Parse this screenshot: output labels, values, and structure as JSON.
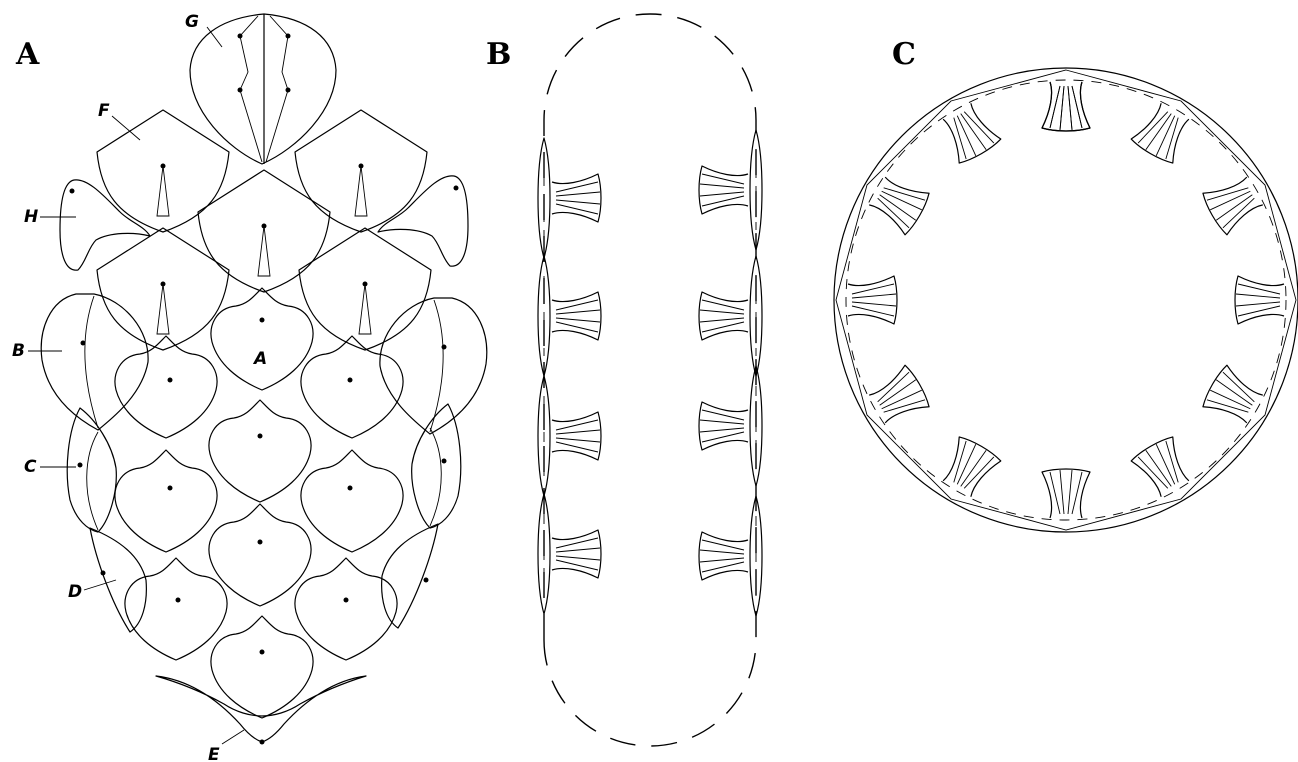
{
  "panels": {
    "a": "A",
    "b": "B",
    "c": "C"
  },
  "plate_labels": {
    "a": "A",
    "b": "B",
    "c": "C",
    "d": "D",
    "e": "E",
    "f": "F",
    "g": "G",
    "h": "H"
  },
  "colors": {
    "line": "#000000",
    "background": "#ffffff"
  }
}
